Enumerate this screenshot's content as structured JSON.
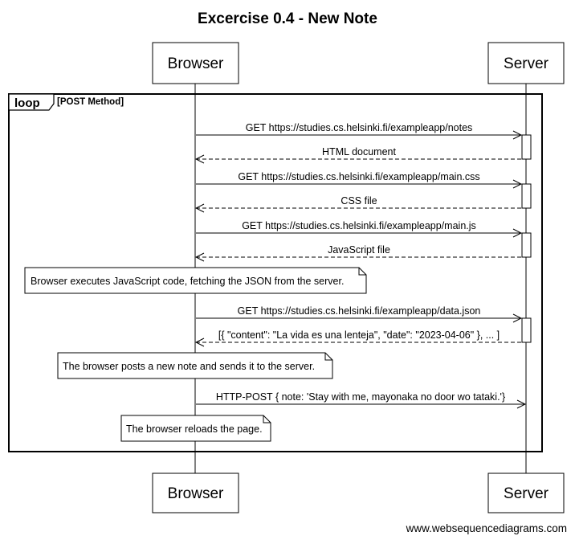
{
  "title": "Excercise 0.4 - New Note",
  "participants": {
    "browser": "Browser",
    "server": "Server"
  },
  "loop": {
    "keyword": "loop",
    "condition": "[POST Method]"
  },
  "messages": [
    {
      "label": "GET https://studies.cs.helsinki.fi/exampleapp/notes",
      "direction": "browser-to-server",
      "style": "solid"
    },
    {
      "label": "HTML document",
      "direction": "server-to-browser",
      "style": "dashed"
    },
    {
      "label": "GET https://studies.cs.helsinki.fi/exampleapp/main.css",
      "direction": "browser-to-server",
      "style": "solid"
    },
    {
      "label": "CSS file",
      "direction": "server-to-browser",
      "style": "dashed"
    },
    {
      "label": "GET https://studies.cs.helsinki.fi/exampleapp/main.js",
      "direction": "browser-to-server",
      "style": "solid"
    },
    {
      "label": "JavaScript file",
      "direction": "server-to-browser",
      "style": "dashed"
    },
    {
      "label": "GET https://studies.cs.helsinki.fi/exampleapp/data.json",
      "direction": "browser-to-server",
      "style": "solid"
    },
    {
      "label": "[{ \"content\": \"La vida es una lenteja\", \"date\": \"2023-04-06\" }, ... ]",
      "direction": "server-to-browser",
      "style": "dashed"
    },
    {
      "label": "HTTP-POST { note: 'Stay with me, mayonaka no door wo tataki.'}",
      "direction": "browser-to-server",
      "style": "solid"
    }
  ],
  "notes": [
    "Browser executes JavaScript code, fetching the JSON from the server.",
    "The browser posts a new note and sends it to the server.",
    "The browser reloads the page."
  ],
  "footer": "www.websequencediagrams.com"
}
